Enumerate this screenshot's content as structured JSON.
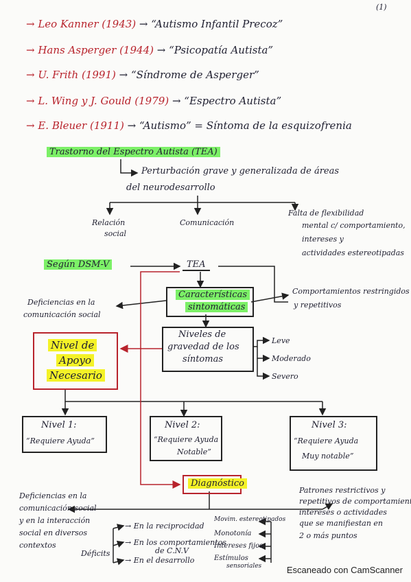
{
  "page_number": "(1)",
  "history": [
    {
      "author": "→ Leo Kanner (1943)",
      "term": "“Autismo Infantil Precoz”"
    },
    {
      "author": "→ Hans Asperger (1944)",
      "term": "“Psicopatía Autista”"
    },
    {
      "author": "→ U. Frith (1991)",
      "term": "“Síndrome de Asperger”"
    },
    {
      "author": "→ L. Wing y J. Gould (1979)",
      "term": "“Espectro Autista”"
    },
    {
      "author": "→ E. Bleuer (1911)",
      "term": "“Autismo” = Síntoma de la esquizofrenia"
    }
  ],
  "tea": {
    "title": "Trastorno del Espectro Autista (TEA)",
    "definition_1": "Perturbación grave y generalizada de áreas",
    "definition_2": "del neurodesarrollo",
    "branches": {
      "relacion": [
        "Relación",
        "social"
      ],
      "comunicacion": "Comunicación",
      "falta": [
        "Falta de flexibilidad",
        "mental c/ comportamiento,",
        "intereses y",
        "actividades estereotipadas"
      ]
    }
  },
  "dsm": {
    "label": "Según DSM-V",
    "center": "TEA",
    "caracteristicas": [
      "Características",
      "sintomáticas"
    ],
    "left_def": [
      "Deficiencias en la",
      "comunicación social"
    ],
    "right_comp": [
      "Comportamientos restringidos",
      "y repetitivos"
    ],
    "niveles_box": [
      "Niveles de",
      "gravedad de los",
      "síntomas"
    ],
    "severity": [
      "Leve",
      "Moderado",
      "Severo"
    ],
    "apoyo": [
      "Nivel de",
      "Apoyo",
      "Necesario"
    ],
    "levels": [
      {
        "title": "Nivel 1:",
        "text": [
          "“Requiere Ayuda”"
        ]
      },
      {
        "title": "Nivel 2:",
        "text": [
          "“Requiere Ayuda",
          "Notable”"
        ]
      },
      {
        "title": "Nivel 3:",
        "text": [
          "“Requiere Ayuda",
          "Muy notable”"
        ]
      }
    ]
  },
  "diagnostico": {
    "label": "Diagnóstico",
    "left": [
      "Deficiencias en la",
      "comunicación social",
      "y en la interacción",
      "social en diversos",
      "contextos"
    ],
    "deficits": "Déficits",
    "deficit_items": [
      "→ En la reciprocidad",
      "→ En los comportamientos",
      "de C.N.V",
      "→ En el desarrollo"
    ],
    "right": [
      "Patrones restrictivos y",
      "repetitivos de comportamientos",
      "intereses o actividades",
      "que se manifiestan en",
      "2 o más puntos"
    ],
    "right_items": [
      "Movim. estereotipados",
      "Monotonía",
      "Intereses fijos",
      "Estímulos",
      "sensoriales"
    ]
  },
  "watermark": "Escaneado con CamScanner"
}
